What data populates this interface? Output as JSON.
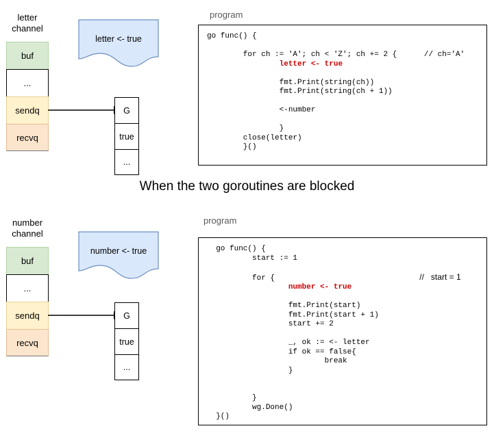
{
  "banner": {
    "text": "When the two goroutines are blocked"
  },
  "panels": [
    {
      "id": "letter",
      "channel_label_line1": "letter",
      "channel_label_line2": "channel",
      "channel_cells": [
        {
          "label": "buf",
          "role": "buf"
        },
        {
          "label": "...",
          "role": "dots"
        },
        {
          "label": "sendq",
          "role": "sendq"
        },
        {
          "label": "recvq",
          "role": "recvq"
        }
      ],
      "callout_text": "letter <- true",
      "goroutine_cells": [
        "G",
        "true",
        "..."
      ],
      "program_label": "program",
      "code_lines": [
        [
          {
            "t": "go func() {"
          }
        ],
        [
          {
            "t": ""
          }
        ],
        [
          {
            "t": "        for ch := 'A'; ch < 'Z'; ch += 2 {      // ch='A'"
          }
        ],
        [
          {
            "t": "                "
          },
          {
            "t": "letter <- true",
            "hl": true
          }
        ],
        [
          {
            "t": ""
          }
        ],
        [
          {
            "t": "                fmt.Print(string(ch))"
          }
        ],
        [
          {
            "t": "                fmt.Print(string(ch + 1))"
          }
        ],
        [
          {
            "t": ""
          }
        ],
        [
          {
            "t": "                <-number"
          }
        ],
        [
          {
            "t": ""
          }
        ],
        [
          {
            "t": "                }"
          }
        ],
        [
          {
            "t": "        close(letter)"
          }
        ],
        [
          {
            "t": "        }()"
          }
        ]
      ]
    },
    {
      "id": "number",
      "channel_label_line1": "number",
      "channel_label_line2": "channel",
      "channel_cells": [
        {
          "label": "buf",
          "role": "buf"
        },
        {
          "label": "...",
          "role": "dots"
        },
        {
          "label": "sendq",
          "role": "sendq"
        },
        {
          "label": "recvq",
          "role": "recvq"
        }
      ],
      "callout_text": "number <- true",
      "goroutine_cells": [
        "G",
        "true",
        "..."
      ],
      "program_label": "program",
      "code_lines": [
        [
          {
            "t": "  go func() {"
          }
        ],
        [
          {
            "t": "          start := 1"
          }
        ],
        [
          {
            "t": ""
          }
        ],
        [
          {
            "t": "          for {                                "
          },
          {
            "t": "//   start = 1",
            "sans": true
          }
        ],
        [
          {
            "t": "                  "
          },
          {
            "t": "number <- true",
            "hl": true
          }
        ],
        [
          {
            "t": ""
          }
        ],
        [
          {
            "t": "                  fmt.Print(start)"
          }
        ],
        [
          {
            "t": "                  fmt.Print(start + 1)"
          }
        ],
        [
          {
            "t": "                  start += 2"
          }
        ],
        [
          {
            "t": ""
          }
        ],
        [
          {
            "t": "                  _, ok := <- letter"
          }
        ],
        [
          {
            "t": "                  if ok == false{"
          }
        ],
        [
          {
            "t": "                          break"
          }
        ],
        [
          {
            "t": "                  }"
          }
        ],
        [
          {
            "t": ""
          }
        ],
        [
          {
            "t": ""
          }
        ],
        [
          {
            "t": "          }"
          }
        ],
        [
          {
            "t": "          wg.Done()"
          }
        ],
        [
          {
            "t": "  }()"
          }
        ]
      ]
    }
  ],
  "colors": {
    "buf": "#d9ead3",
    "sendq": "#fff2cc",
    "recvq": "#fce5cd",
    "callout_fill": "#dae8fc",
    "callout_stroke": "#6c8ebf",
    "highlight": "#cc0000",
    "label_grey": "#595959"
  }
}
